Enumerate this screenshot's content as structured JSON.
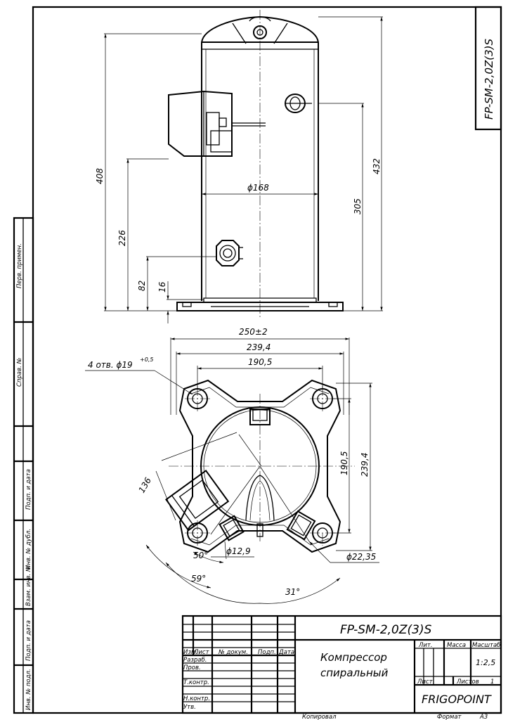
{
  "drawing": {
    "code": "FP-SM-2,0Z(3)S",
    "code_rotated": "FP-SM-2,0Z(3)S",
    "title_line1": "Компрессор",
    "title_line2": "спиральный",
    "company": "FRIGOPOINT",
    "scale": "1:2,5",
    "sheets_total": "1",
    "copied_label": "Копировал",
    "format_label": "Формат",
    "format_value": "А3"
  },
  "title_block": {
    "col_izm": "Изм.",
    "col_list": "Лист",
    "col_doc": "№ докум.",
    "col_podp": "Подп.",
    "col_data": "Дата",
    "row_razrab": "Разраб.",
    "row_prov": "Пров.",
    "row_tkontr": "Т.контр.",
    "row_nkontr": "Н.контр.",
    "row_utv": "Утв.",
    "lit": "Лит.",
    "massa": "Масса",
    "masshtab": "Масштаб",
    "list": "Лист",
    "listov": "Листов"
  },
  "side_stamp": {
    "perv_primen": "Перв. примен.",
    "sprav_no": "Справ. №",
    "podp_data_1": "Подп. и дата",
    "inv_dubl": "Инв. № дубл.",
    "vzam_inv": "Взам. инв. №",
    "podp_data_2": "Подп. и дата",
    "inv_podl": "Инв. № подл."
  },
  "dimensions": {
    "height_total": "408",
    "height_top": "432",
    "height_226": "226",
    "height_82": "82",
    "height_16": "16",
    "height_305": "305",
    "diameter_body": "ϕ168",
    "width_250": "250±2",
    "width_239": "239,4",
    "width_190": "190,5",
    "side_190": "190,5",
    "side_239": "239,4",
    "holes_label": "4 отв. ϕ19",
    "holes_tol": "+0,5",
    "dist_136": "136",
    "angle_50": "50°",
    "angle_59": "59°",
    "angle_31": "31°",
    "pipe_suction": "ϕ12,9",
    "pipe_discharge": "ϕ22,35"
  }
}
